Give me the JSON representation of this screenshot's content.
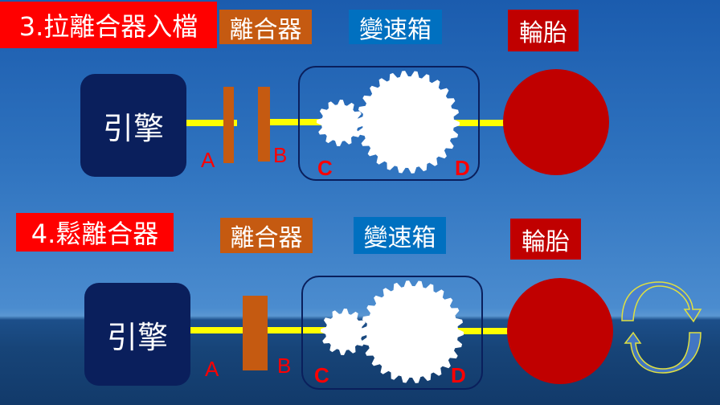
{
  "step3": {
    "title": "3.拉離合器入檔",
    "clutch": "離合器",
    "gearbox": "變速箱",
    "tire": "輪胎",
    "engine": "引擎",
    "labels": {
      "a": "A",
      "b": "B",
      "c": "C",
      "d": "D"
    }
  },
  "step4": {
    "title": "4.鬆離合器",
    "clutch": "離合器",
    "gearbox": "變速箱",
    "tire": "輪胎",
    "engine": "引擎",
    "labels": {
      "a": "A",
      "b": "B",
      "c": "C",
      "d": "D"
    }
  },
  "colors": {
    "title": "#ff0000",
    "clutch": "#c55a11",
    "gearbox": "#0070c0",
    "tire": "#c00000",
    "shaft": "#ffff00",
    "engine": "#0a1f5c"
  }
}
